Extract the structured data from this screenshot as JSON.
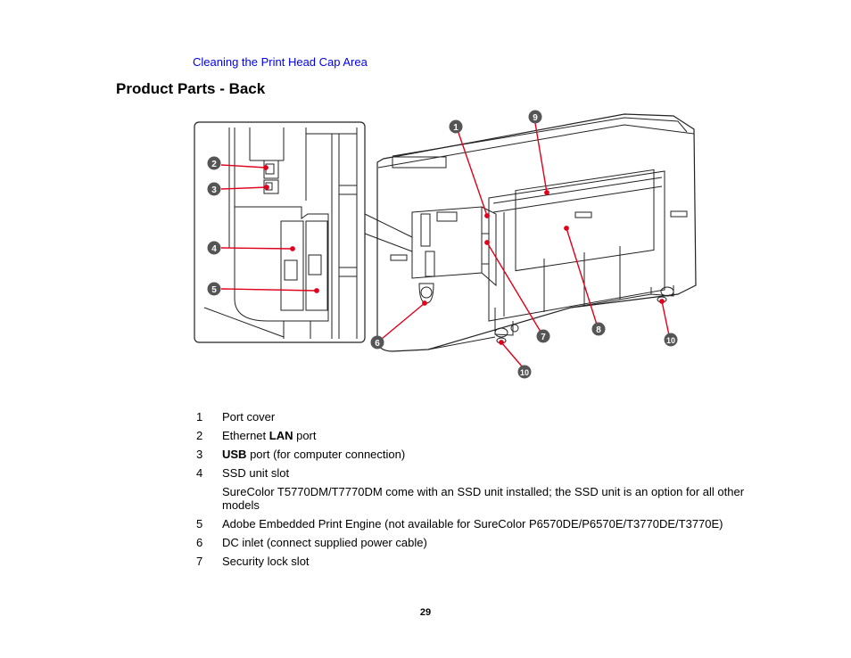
{
  "breadcrumb_link": "Cleaning the Print Head Cap Area",
  "title": "Product Parts - Back",
  "callouts": [
    "1",
    "2",
    "3",
    "4",
    "5",
    "6",
    "7",
    "8",
    "9",
    "10"
  ],
  "parts": [
    {
      "num": "1",
      "desc": "Port cover"
    },
    {
      "num": "2",
      "desc_before": "Ethernet ",
      "desc_bold": "LAN",
      "desc_after": " port"
    },
    {
      "num": "3",
      "desc_before": "",
      "desc_bold": "USB",
      "desc_after": " port (for computer connection)"
    },
    {
      "num": "4",
      "desc": "SSD unit slot",
      "note": "SureColor T5770DM/T7770DM come with an SSD unit installed; the SSD unit is an option for all other models"
    },
    {
      "num": "5",
      "desc": "Adobe Embedded Print Engine (not available for SureColor P6570DE/P6570E/T3770DE/T3770E)"
    },
    {
      "num": "6",
      "desc": "DC inlet (connect supplied power cable)"
    },
    {
      "num": "7",
      "desc": "Security lock slot"
    }
  ],
  "page_number": "29",
  "colors": {
    "link": "#0000ee",
    "leader": "#e0001b",
    "callout_badge": "#555555"
  }
}
